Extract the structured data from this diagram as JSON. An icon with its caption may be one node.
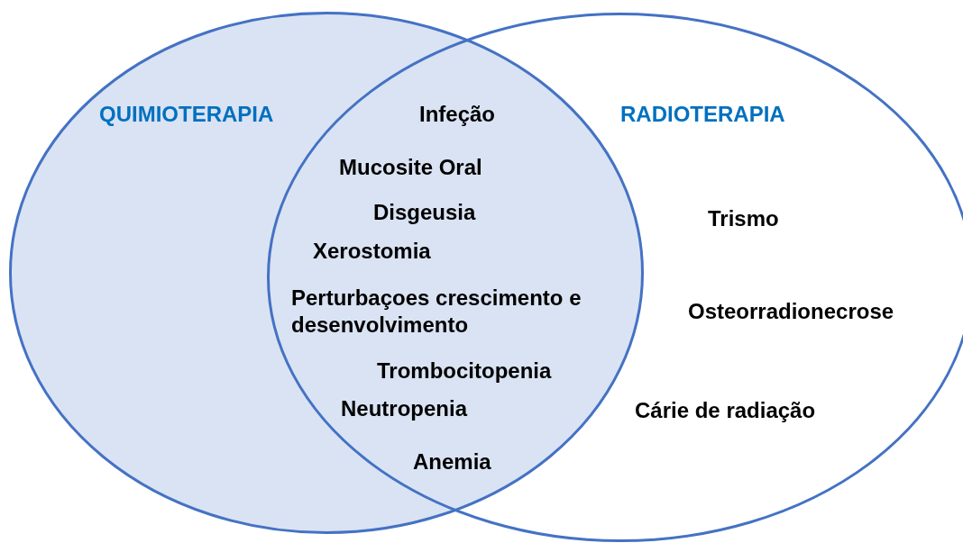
{
  "diagram": {
    "nodes": [
      {
        "text": [
          "QUIMIOTERAPIA"
        ]
      },
      {
        "text": [
          "RADIOTERAPIA",
          "Trismo",
          "Osteorradionecrose",
          "Cárie de radiação"
        ]
      }
    ],
    "labels": [
      "Infeção",
      "Mucosite Oral",
      "Disgeusia",
      "Xerostomia",
      "Perturbaçoes crescimento e desenvolvimento",
      "Trombocitopenia",
      "Neutropenia",
      "Anemia"
    ]
  }
}
